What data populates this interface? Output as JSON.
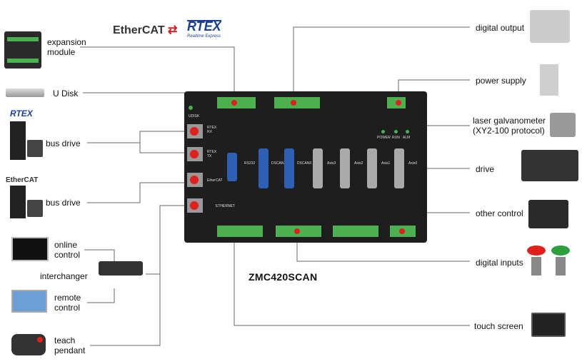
{
  "logos": {
    "ethercat": "EtherCAT",
    "rtex": "RTEX",
    "rtex_sub": "Realtime Express",
    "rtex_small": "RTEX",
    "ethercat_small": "EtherCAT"
  },
  "labels": {
    "expansion_module": "expansion\nmodule",
    "u_disk": "U Disk",
    "bus_drive_1": "bus drive",
    "bus_drive_2": "bus drive",
    "online_control": "online\ncontrol",
    "interchanger": "interchanger",
    "remote_control": "remote\ncontrol",
    "teach_pendant": "teach\npendant",
    "digital_output": "digital output",
    "power_supply": "power supply",
    "laser_galvanometer": "laser galvanometer\n(XY2-100 protocol)",
    "drive": "drive",
    "other_control": "other control",
    "digital_inputs": "digital inputs",
    "touch_screen": "touch screen"
  },
  "controller": {
    "model": "ZMC420SCAN",
    "ports": {
      "udisk": "UDISK",
      "rtex_rx": "RTEX\nRX",
      "rtex_tx": "RTEX\nTX",
      "ethercat": "EtherCAT",
      "ethernet": "ETHERNET",
      "rs232": "RS232"
    },
    "dsub": [
      "DSCAN1",
      "DSCAN0",
      "Axis3",
      "Axis2",
      "Axis1",
      "Axis0"
    ],
    "leds": [
      "POWER",
      "RUN",
      "ALM"
    ]
  },
  "colors": {
    "line": "#666666",
    "controller": "#1e1e1e",
    "terminal": "#4caf50",
    "dsub_blue": "#2f5fb5",
    "dot": "#e0201e",
    "rtex_blue": "#1c3f94",
    "ethercat_red": "#d02020"
  }
}
